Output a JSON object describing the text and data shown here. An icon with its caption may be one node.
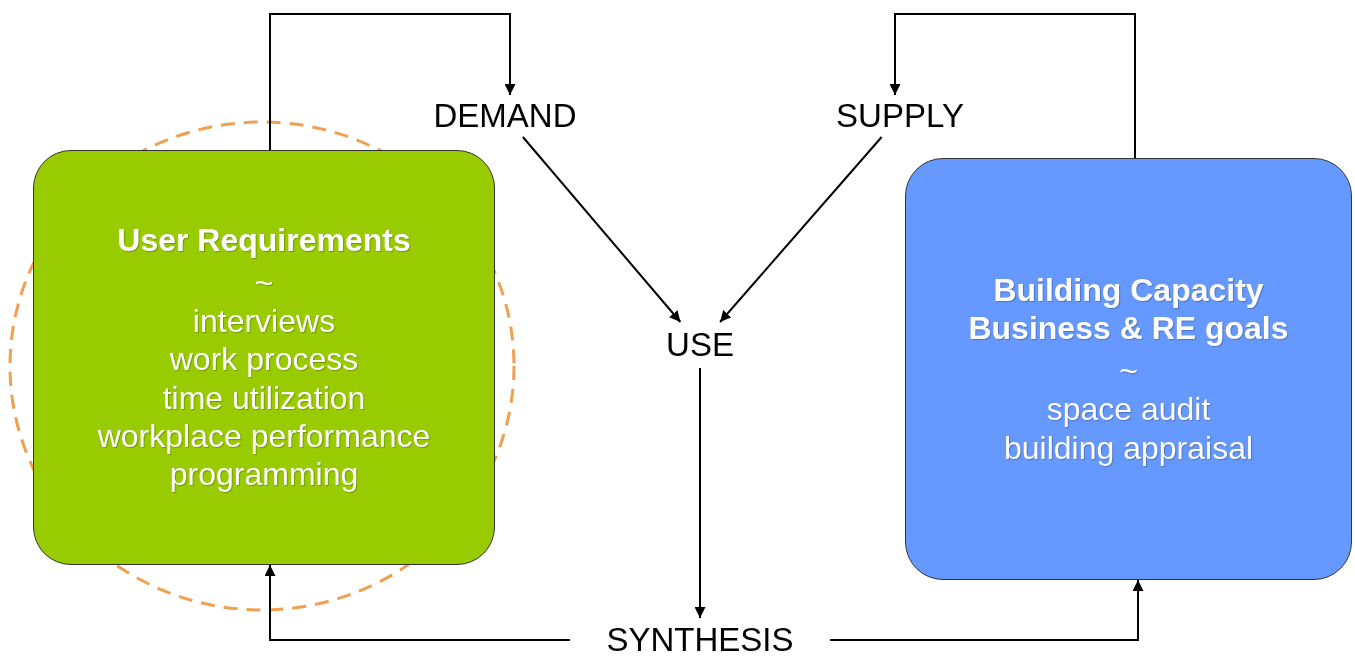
{
  "diagram": {
    "nodes": [
      {
        "text": [
          "User Requirements",
          "~",
          "interviews",
          "work process",
          "time utilization",
          "workplace performance",
          "programming"
        ]
      },
      {
        "text": [
          "DEMAND"
        ]
      },
      {
        "text": [
          "SUPPLY"
        ]
      },
      {
        "text": [
          "USE"
        ]
      },
      {
        "text": [
          "Building Capacity Business & RE goals",
          "~",
          "space audit",
          "building appraisal"
        ]
      },
      {
        "text": [
          "SYNTHESIS"
        ]
      }
    ],
    "edges": [
      {
        "from": 0,
        "to": 1,
        "arrow": "to"
      },
      {
        "from": 4,
        "to": 2,
        "arrow": "to"
      },
      {
        "from": 1,
        "to": 3,
        "arrow": "to"
      },
      {
        "from": 2,
        "to": 3,
        "arrow": "to"
      },
      {
        "from": 3,
        "to": 5,
        "arrow": "to"
      },
      {
        "from": 5,
        "to": 0,
        "arrow": "to"
      },
      {
        "from": 5,
        "to": 4,
        "arrow": "to"
      }
    ]
  }
}
